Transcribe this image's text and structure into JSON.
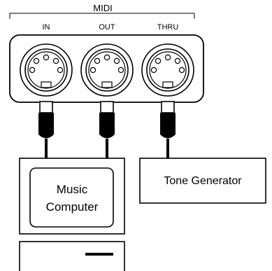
{
  "midi_panel": {
    "title": "MIDI",
    "ports": [
      {
        "label": "IN"
      },
      {
        "label": "OUT"
      },
      {
        "label": "THRU"
      }
    ]
  },
  "devices": {
    "computer_label_line1": "Music",
    "computer_label_line2": "Computer",
    "tone_generator_label": "Tone Generator"
  },
  "colors": {
    "ink": "#000000",
    "background": "#ffffff"
  }
}
